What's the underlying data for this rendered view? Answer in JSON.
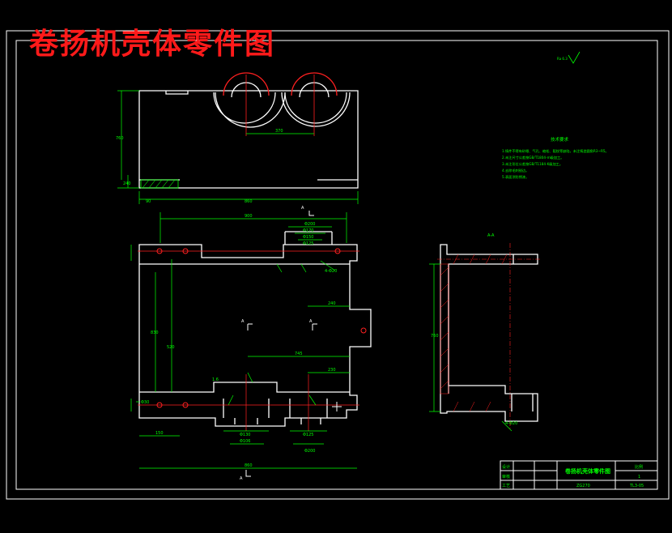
{
  "sheet": {
    "title": "卷扬机壳体零件图",
    "background": "#000000",
    "colors": {
      "outline": "#ffffff",
      "dimension": "#00ff00",
      "centerline": "#ff2020",
      "title": "#ff1a1a",
      "hatch": "#ffffff"
    }
  },
  "views": {
    "section_label": "A-A",
    "section_mark": "A",
    "roughness_symbol": "Ra 6.3"
  },
  "dimensions": {
    "top_view": [
      "370",
      "760",
      "240",
      "90",
      "860"
    ],
    "plan_view": [
      "900",
      "Φ200",
      "Φ170",
      "Φ150",
      "Φ125",
      "4-Φ20",
      "Φ30",
      "240",
      "230",
      "830",
      "520",
      "745",
      "150",
      "Φ130",
      "Φ125",
      "Φ106",
      "Φ200",
      "860",
      "1.6"
    ],
    "section_view": [
      "760",
      "4-Φ20"
    ]
  },
  "notes": {
    "heading": "技术要求",
    "items": [
      "1.铸件不得有砂眼、气孔、缩松、裂纹等缺陷，未注铸造圆角R3~R5。",
      "2.未注尺寸公差按GB/T1804-m级加工。",
      "3.未注形位公差按GB/T1184-K级加工。",
      "4.去除毛刺锐边。",
      "5.表面涂防锈漆。"
    ]
  },
  "title_block": {
    "part_name": "卷扬机壳体零件图",
    "material": "ZG270",
    "scale_label": "比例",
    "qty": "1",
    "drawing_no": "TL3-05",
    "rows": [
      "设计",
      "审核",
      "工艺"
    ]
  }
}
